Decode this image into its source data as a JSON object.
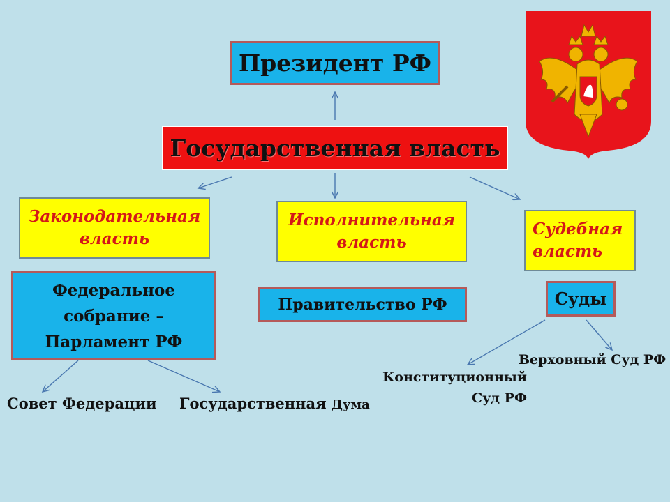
{
  "president": "Президент РФ",
  "state_power": "Государственная власть",
  "branches": {
    "legislative": "Законодательная власть",
    "executive": "Исполнительная власть",
    "judicial": "Судебная власть"
  },
  "bodies": {
    "federal_assembly_line1": "Федеральное",
    "federal_assembly_line2": "собрание –",
    "federal_assembly_line3": "Парламент РФ",
    "government": "Правительство РФ",
    "courts": "Суды"
  },
  "chambers": {
    "federation_council": "Совет Федерации",
    "state_duma_a": "Государственная",
    "state_duma_b": "Дума"
  },
  "courts_list": {
    "constitutional_line1": "Конституционный",
    "constitutional_line2": "Суд РФ",
    "supreme": "Верховный Суд РФ"
  },
  "colors": {
    "background": "#bfe0ea",
    "blue_box": "#19b3ea",
    "yellow_box": "#ffff00",
    "red_box": "#ee1111",
    "branch_text": "#d41818",
    "arrow": "#4a78b0",
    "emblem_shield": "#e8141b",
    "emblem_eagle": "#f0b400"
  }
}
